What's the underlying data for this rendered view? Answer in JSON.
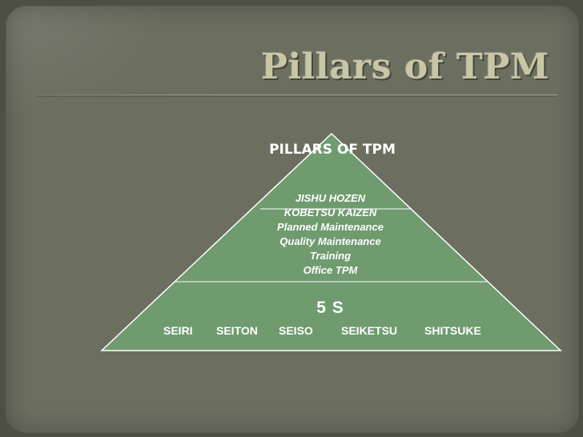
{
  "slide": {
    "title": "Pillars of TPM"
  },
  "pyramid": {
    "heading": "PILLARS OF TPM",
    "pillars": [
      "JISHU HOZEN",
      "KOBETSU KAIZEN",
      "Planned Maintenance",
      "Quality Maintenance",
      "Training",
      "Office TPM"
    ],
    "base_title": "5 S",
    "base_items": [
      "SEIRI",
      "SEITON",
      "SEISO",
      "SEIKETSU",
      "SHITSUKE"
    ]
  },
  "colors": {
    "background": "#6c6e60",
    "title": "#c9c6a6",
    "pyramid_fill": "#6f9b6f",
    "pyramid_stroke": "#ffffff",
    "text": "#ffffff"
  }
}
